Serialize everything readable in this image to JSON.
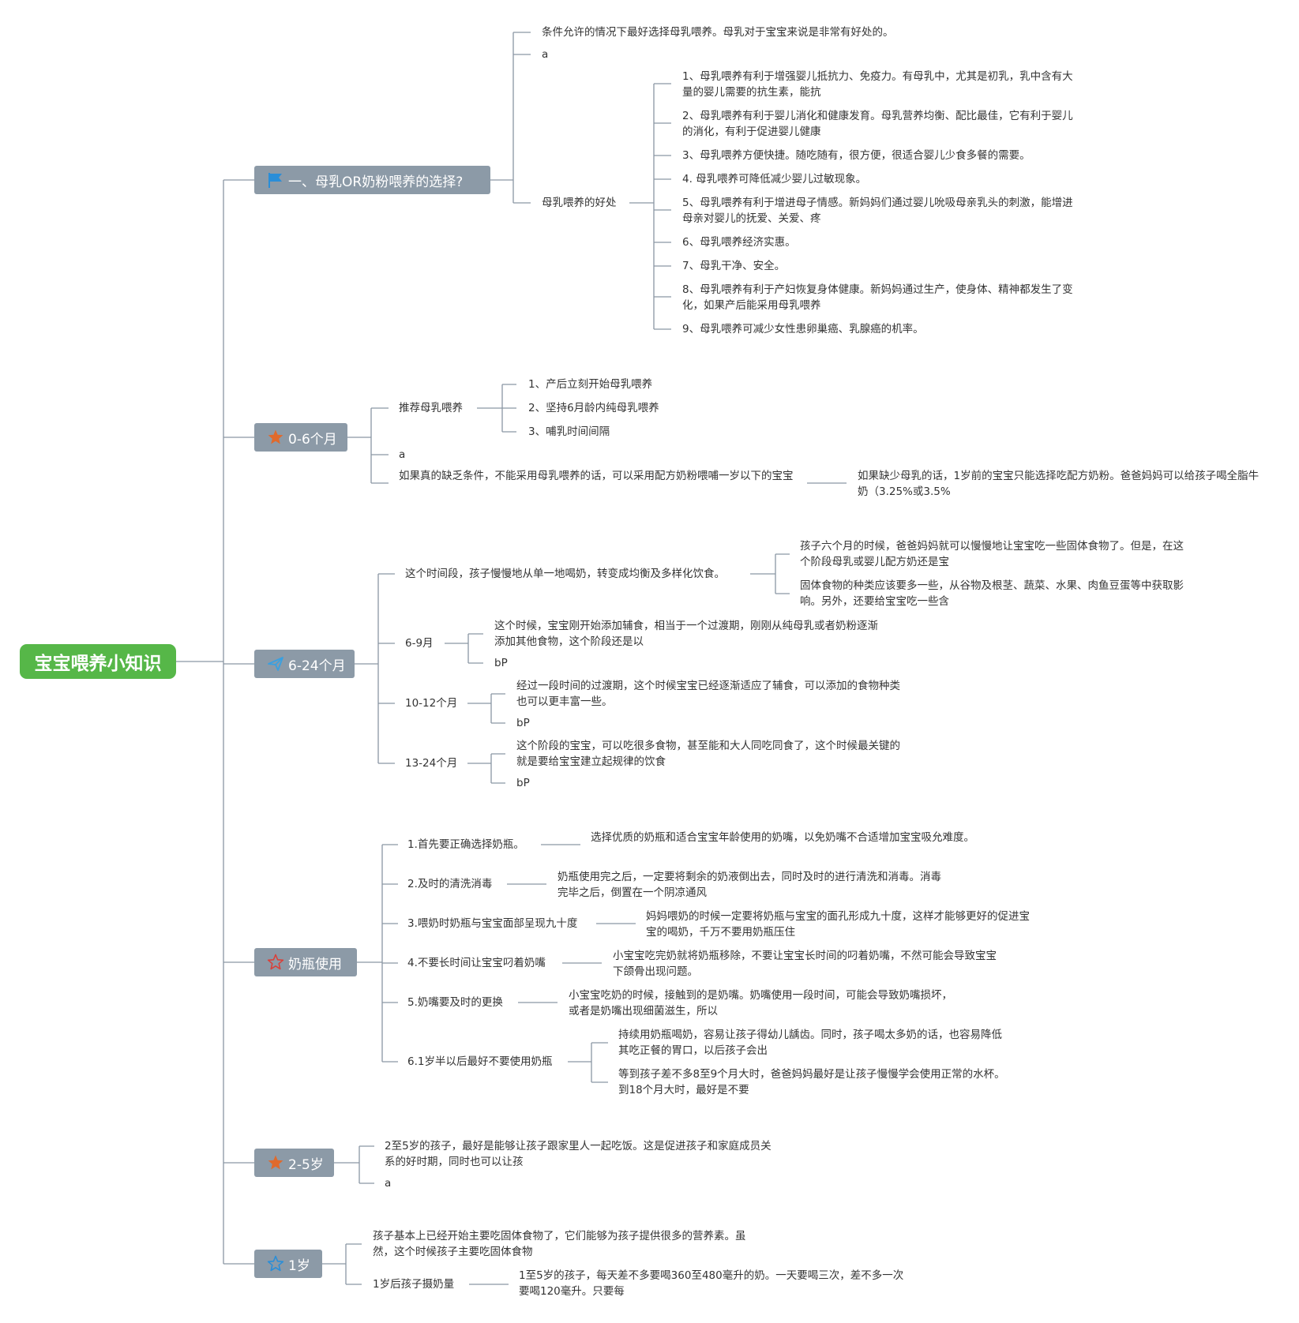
{
  "root": {
    "label": "宝宝喂养小知识"
  },
  "branch1": {
    "label": "一、母乳OR奶粉喂养的选择?",
    "icon": "flag-icon",
    "items": [
      "条件允许的情况下最好选择母乳喂养。母乳对于宝宝来说是非常有好处的。",
      "a"
    ],
    "benefits": {
      "label": "母乳喂养的好处",
      "items": [
        "1、母乳喂养有利于增强婴儿抵抗力、免疫力。有母乳中，尤其是初乳，乳中含有大量的婴儿需要的抗生素，能抗",
        "2、母乳喂养有利于婴儿消化和健康发育。母乳营养均衡、配比最佳，它有利于婴儿的消化，有利于促进婴儿健康",
        "3、母乳喂养方便快捷。随吃随有，很方便，很适合婴儿少食多餐的需要。",
        "4. 母乳喂养可降低减少婴儿过敏现象。",
        "5、母乳喂养有利于增进母子情感。新妈妈们通过婴儿吮吸母亲乳头的刺激，能增进母亲对婴儿的抚爱、关爱、疼",
        "6、母乳喂养经济实惠。",
        "7、母乳干净、安全。",
        "8、母乳喂养有利于产妇恢复身体健康。新妈妈通过生产，使身体、精神都发生了变化，如果产后能采用母乳喂养",
        "9、母乳喂养可减少女性患卵巢癌、乳腺癌的机率。"
      ]
    }
  },
  "branch2": {
    "label": "0-6个月",
    "icon": "star-icon",
    "recommend": {
      "label": "推荐母乳喂养",
      "items": [
        "1、产后立刻开始母乳喂养",
        "2、坚持6月龄内纯母乳喂养",
        "3、哺乳时间间隔"
      ]
    },
    "a": "a",
    "formula": {
      "label": "如果真的缺乏条件，不能采用母乳喂养的话，可以采用配方奶粉喂哺一岁以下的宝宝",
      "child": "如果缺少母乳的话，1岁前的宝宝只能选择吃配方奶粉。爸爸妈妈可以给孩子喝全脂牛奶（3.25%或3.5%"
    }
  },
  "branch3": {
    "label": "6-24个月",
    "icon": "paper-plane-icon",
    "intro": {
      "label": "这个时间段，孩子慢慢地从单一地喝奶，转变成均衡及多样化饮食。",
      "items": [
        "孩子六个月的时候，爸爸妈妈就可以慢慢地让宝宝吃一些固体食物了。但是，在这个阶段母乳或婴儿配方奶还是宝",
        "固体食物的种类应该要多一些，从谷物及根茎、蔬菜、水果、肉鱼豆蛋等中获取影响。另外，还要给宝宝吃一些含"
      ]
    },
    "m6_9": {
      "label": "6-9月",
      "text": "这个时候，宝宝刚开始添加辅食，相当于一个过渡期，刚刚从纯母乳或者奶粉逐渐添加其他食物，这个阶段还是以",
      "bp": "bP"
    },
    "m10_12": {
      "label": "10-12个月",
      "text": "经过一段时间的过渡期，这个时候宝宝已经逐渐适应了辅食，可以添加的食物种类也可以更丰富一些。",
      "bp": "bP"
    },
    "m13_24": {
      "label": "13-24个月",
      "text": "这个阶段的宝宝，可以吃很多食物，甚至能和大人同吃同食了，这个时候最关键的就是要给宝宝建立起规律的饮食",
      "bp": "bP"
    }
  },
  "branch4": {
    "label": "奶瓶使用",
    "icon": "star-outline-icon",
    "items": [
      {
        "label": "1.首先要正确选择奶瓶。",
        "text": "选择优质的奶瓶和适合宝宝年龄使用的奶嘴，以免奶嘴不合适增加宝宝吸允难度。"
      },
      {
        "label": "2.及时的清洗消毒",
        "text": "奶瓶使用完之后，一定要将剩余的奶液倒出去，同时及时的进行清洗和消毒。消毒完毕之后，倒置在一个阴凉通风"
      },
      {
        "label": "3.喂奶时奶瓶与宝宝面部呈现九十度",
        "text": "妈妈喂奶的时候一定要将奶瓶与宝宝的面孔形成九十度，这样才能够更好的促进宝宝的喝奶，千万不要用奶瓶压住"
      },
      {
        "label": "4.不要长时间让宝宝叼着奶嘴",
        "text": "小宝宝吃完奶就将奶瓶移除，不要让宝宝长时间的叼着奶嘴，不然可能会导致宝宝下颌骨出现问题。"
      },
      {
        "label": "5.奶嘴要及时的更换",
        "text": "小宝宝吃奶的时候，接触到的是奶嘴。奶嘴使用一段时间，可能会导致奶嘴损坏，或者是奶嘴出现细菌滋生，所以"
      }
    ],
    "item6": {
      "label": "6.1岁半以后最好不要使用奶瓶",
      "texts": [
        "持续用奶瓶喝奶，容易让孩子得幼儿龋齿。同时，孩子喝太多奶的话，也容易降低其吃正餐的胃口，以后孩子会出",
        "等到孩子差不多8至9个月大时，爸爸妈妈最好是让孩子慢慢学会使用正常的水杯。到18个月大时，最好是不要"
      ]
    }
  },
  "branch5": {
    "label": "2-5岁",
    "icon": "star-icon",
    "items": [
      "2至5岁的孩子，最好是能够让孩子跟家里人一起吃饭。这是促进孩子和家庭成员关系的好时期，同时也可以让孩",
      "a"
    ]
  },
  "branch6": {
    "label": "1岁",
    "icon": "star-outline-icon",
    "text": "孩子基本上已经开始主要吃固体食物了，它们能够为孩子提供很多的营养素。虽然，这个时候孩子主要吃固体食物",
    "milk": {
      "label": "1岁后孩子摄奶量",
      "text": "1至5岁的孩子，每天差不多要喝360至480毫升的奶。一天要喝三次，差不多一次要喝120毫升。只要每"
    }
  },
  "colors": {
    "root": "#56b748",
    "branch": "#8c9aa7",
    "line": "#8a96a3",
    "flag": "#2a8ed8",
    "star": "#e06a2c",
    "outline": "#d9413a",
    "plane": "#3aa0e0"
  }
}
